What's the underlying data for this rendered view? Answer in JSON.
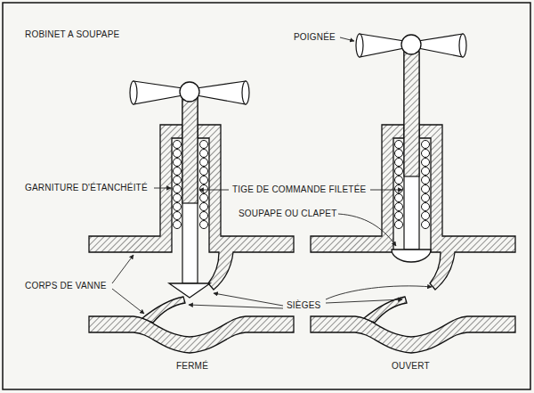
{
  "diagram": {
    "title": "ROBINET A SOUPAPE",
    "labels": [
      "POIGNÉE",
      "TIGE DE COMMANDE FILETÉE",
      "GARNITURE D'ÉTANCHÉITÉ",
      "SOUPAPE OU CLAPET",
      "CORPS DE VANNE",
      "SIÈGES",
      "FERMÉ",
      "OUVERT"
    ]
  }
}
